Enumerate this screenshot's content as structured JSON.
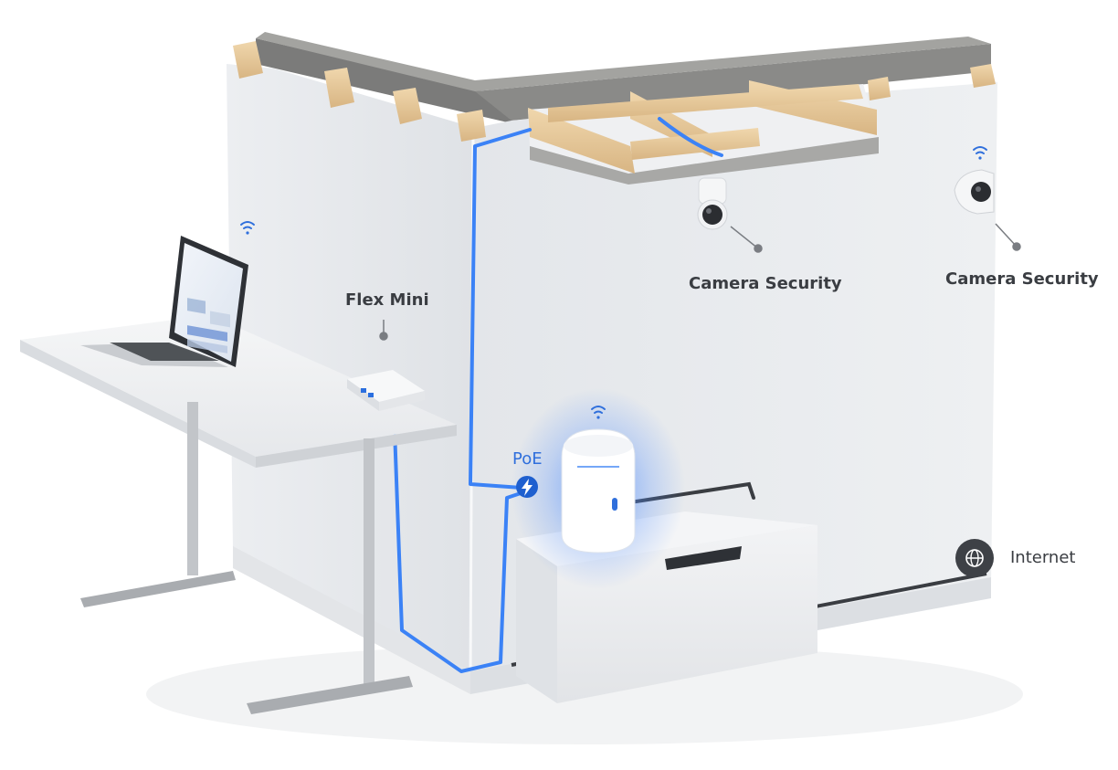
{
  "labels": {
    "flex_mini": "Flex Mini",
    "camera_ceiling": "Camera Security",
    "camera_wall": "Camera Security",
    "internet": "Internet",
    "poe": "PoE"
  },
  "icons": {
    "wifi": "wifi-icon",
    "poe": "lightning-bolt-icon",
    "internet": "globe-icon"
  },
  "colors": {
    "cable": "#3b82f6",
    "accent": "#2f6fdc",
    "glow": "#4f8dff",
    "label_text": "#3a3d42",
    "wall": "#e9ebee"
  }
}
